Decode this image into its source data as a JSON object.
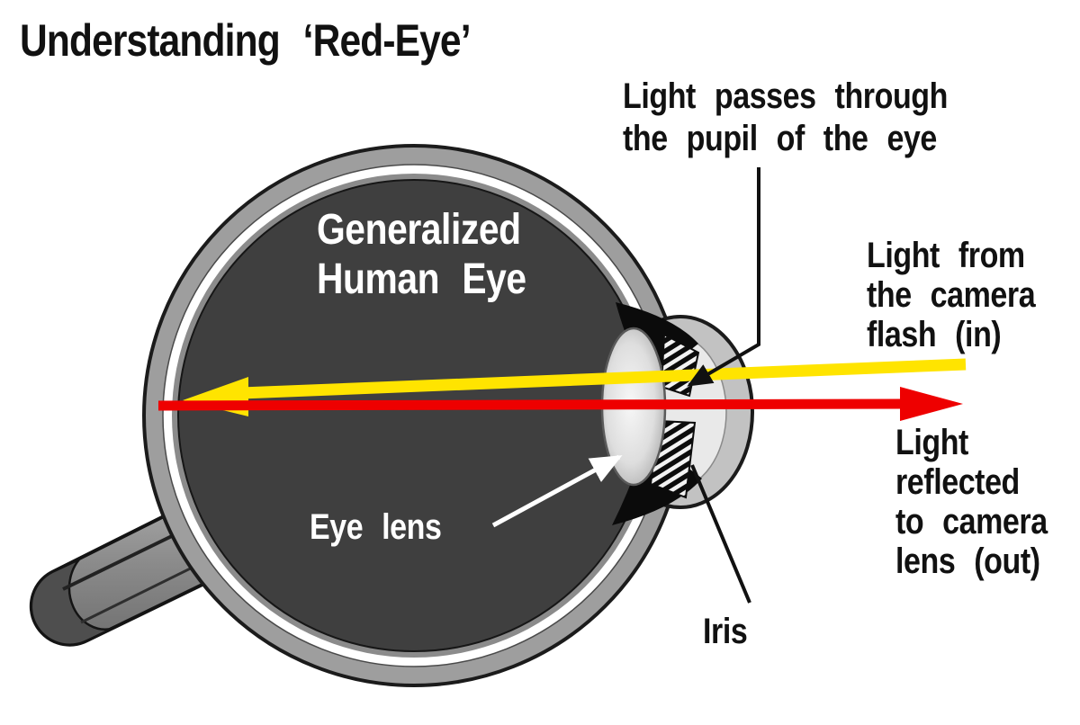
{
  "title": "Understanding ‘Red-Eye’",
  "eye": {
    "name": "Generalized\nHuman Eye"
  },
  "labels": {
    "pupil": "Light passes through\nthe pupil of the eye",
    "flash_in": "Light from\nthe camera\nflash (in)",
    "reflected_out": "Light\nreflected\nto camera\nlens (out)",
    "eye_lens": "Eye lens",
    "iris": "Iris"
  },
  "colors": {
    "flash_in_arrow": "#ffe400",
    "reflected_out_arrow": "#ee0000",
    "eye_interior": "#3f3f3f",
    "sclera": "#9e9e9e",
    "background": "#ffffff",
    "label_text": "#111111",
    "eye_text": "#ffffff"
  }
}
